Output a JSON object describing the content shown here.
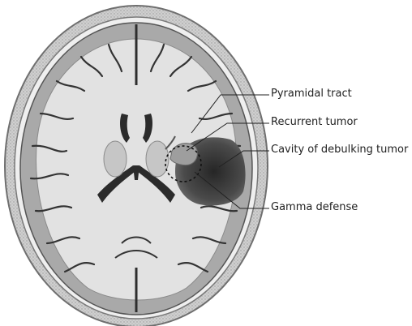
{
  "labels": {
    "pyramidal_tract": "Pyramidal tract",
    "recurrent_tumor": "Recurrent tumor",
    "cavity": "Cavity of debulking tumor",
    "gamma_defense": "Gamma defense"
  },
  "colors": {
    "skull": "#c9c9c9",
    "cortex": "#b0b0b0",
    "white_matter": "#e3e3e3",
    "sulcus": "#3a3a3a",
    "tumor_cavity": "#3d3d3d",
    "leader_line": "#222222"
  }
}
